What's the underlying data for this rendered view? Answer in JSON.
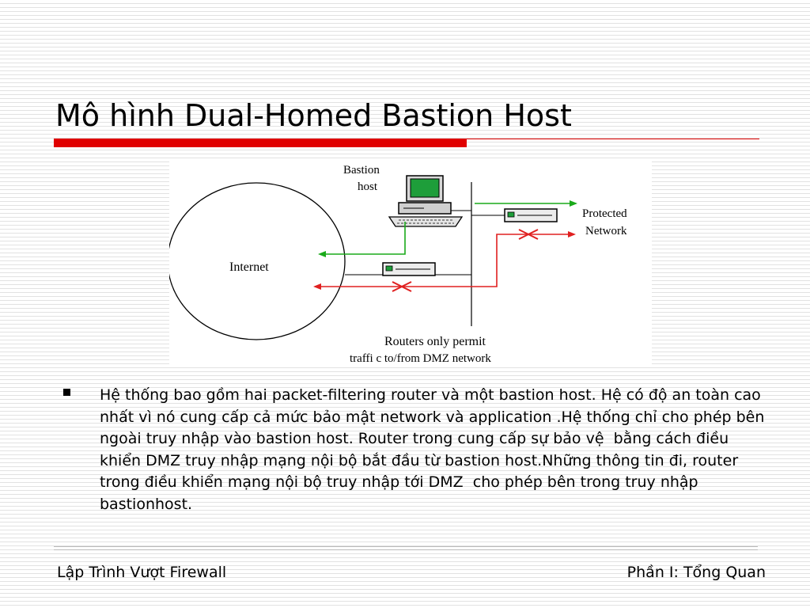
{
  "slide": {
    "title": "Mô hình Dual-Homed Bastion Host"
  },
  "diagram": {
    "labels": {
      "bastion_line1": "Bastion",
      "bastion_line2": "host",
      "protected_line1": "Protected",
      "protected_line2": "Network",
      "internet": "Internet",
      "caption_line1": "Routers only permit",
      "caption_line2": "traffi c to/from DMZ network"
    },
    "colors": {
      "permit_arrow": "#1aaa1a",
      "blocked_arrow": "#e02020",
      "block_mark": "#e02020",
      "monitor_screen": "#1e9e3a"
    },
    "icons": [
      "computer-icon",
      "router-icon",
      "blocked-x-icon"
    ]
  },
  "body": {
    "bullets": [
      "Hệ thống bao gồm hai packet-filtering router và một bastion host. Hệ có độ an toàn cao nhất vì nó cung cấp cả mức bảo mật network và application .Hệ thống chỉ cho phép bên ngoài truy nhập vào bastion host. Router trong cung cấp sự bảo vệ  bằng cách điều khiển DMZ truy nhập mạng nội bộ bắt đầu từ bastion host.Những thông tin đi, router trong điều khiển mạng nội bộ truy nhập tới DMZ  cho phép bên trong truy nhập bastionhost."
    ]
  },
  "footer": {
    "left": "Lập Trình Vượt Firewall",
    "right": "Phần I: Tổng Quan"
  }
}
